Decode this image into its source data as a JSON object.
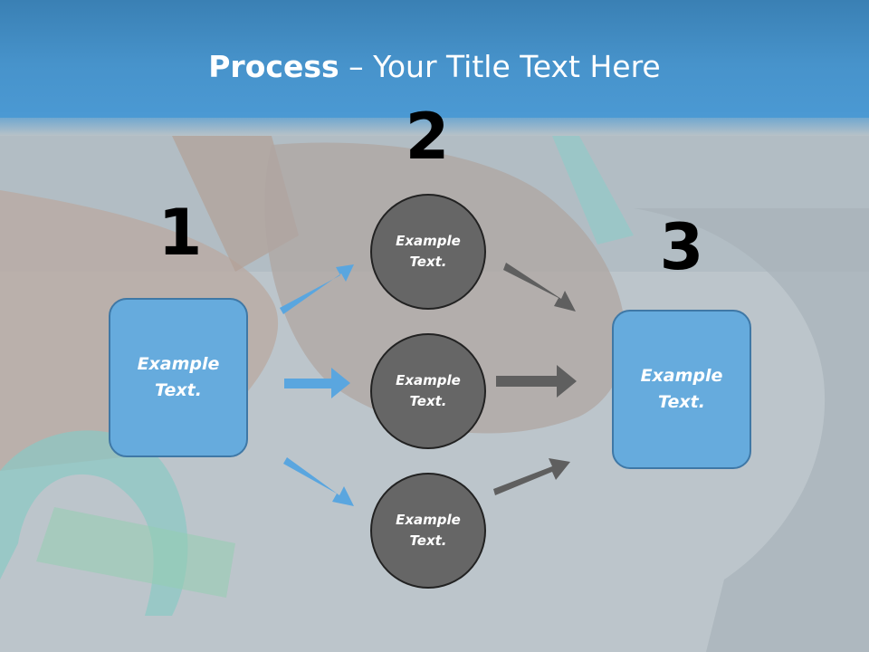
{
  "title": {
    "bold": "Process",
    "rest": " – Your Title Text Here"
  },
  "steps": {
    "one": "1",
    "two": "2",
    "three": "3"
  },
  "left_box": {
    "line1": "Example",
    "line2": "Text."
  },
  "right_box": {
    "line1": "Example",
    "line2": "Text."
  },
  "circles": [
    {
      "line1": "Example",
      "line2": "Text."
    },
    {
      "line1": "Example",
      "line2": "Text."
    },
    {
      "line1": "Example",
      "line2": "Text."
    }
  ],
  "colors": {
    "header": "#4793cb",
    "box": "#66abdd",
    "circle": "#666666",
    "blue_arrow": "#5aa6df",
    "gray_arrow": "#5f5f5f"
  }
}
